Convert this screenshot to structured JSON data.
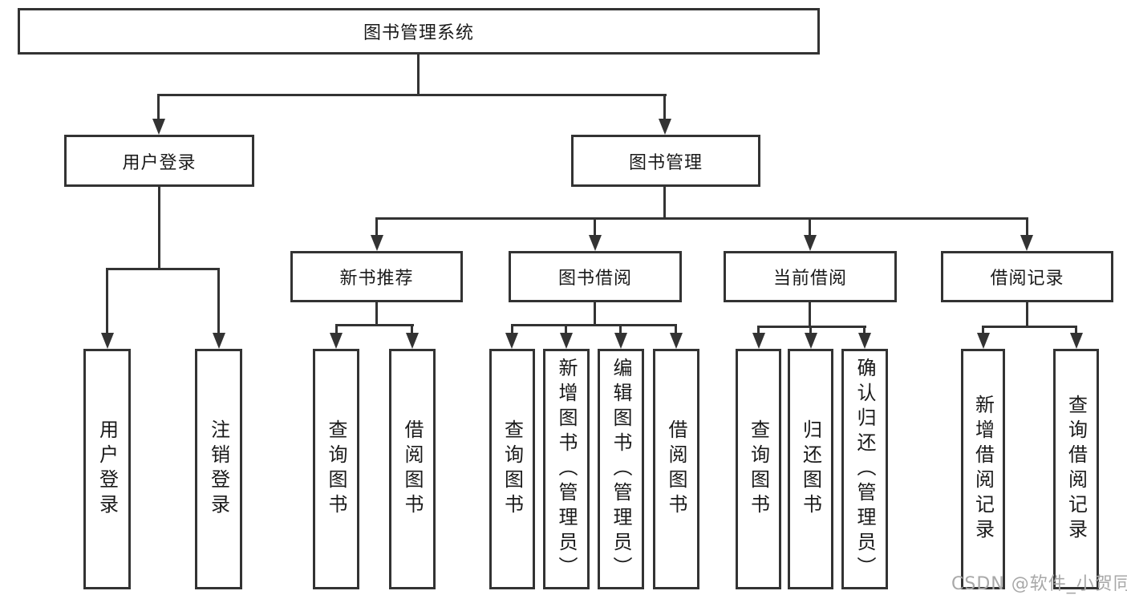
{
  "tree": {
    "label": "图书管理系统",
    "children": [
      {
        "label": "用户登录",
        "children": [
          {
            "label": "用户登录"
          },
          {
            "label": "注销登录"
          }
        ]
      },
      {
        "label": "图书管理",
        "children": [
          {
            "label": "新书推荐",
            "children": [
              {
                "label": "查询图书"
              },
              {
                "label": "借阅图书"
              }
            ]
          },
          {
            "label": "图书借阅",
            "children": [
              {
                "label": "查询图书"
              },
              {
                "label": "新增图书（管理员）"
              },
              {
                "label": "编辑图书（管理员）"
              },
              {
                "label": "借阅图书"
              }
            ]
          },
          {
            "label": "当前借阅",
            "children": [
              {
                "label": "查询图书"
              },
              {
                "label": "归还图书"
              },
              {
                "label": "确认归还（管理员）"
              }
            ]
          },
          {
            "label": "借阅记录",
            "children": [
              {
                "label": "新增借阅记录"
              },
              {
                "label": "查询借阅记录"
              }
            ]
          }
        ]
      }
    ]
  },
  "watermark": {
    "text": "CSDN @软件_小贺同学"
  },
  "colors": {
    "line": "#333333",
    "text": "#1a1a1a",
    "background": "#ffffff",
    "watermark": "#a8a8a8"
  }
}
